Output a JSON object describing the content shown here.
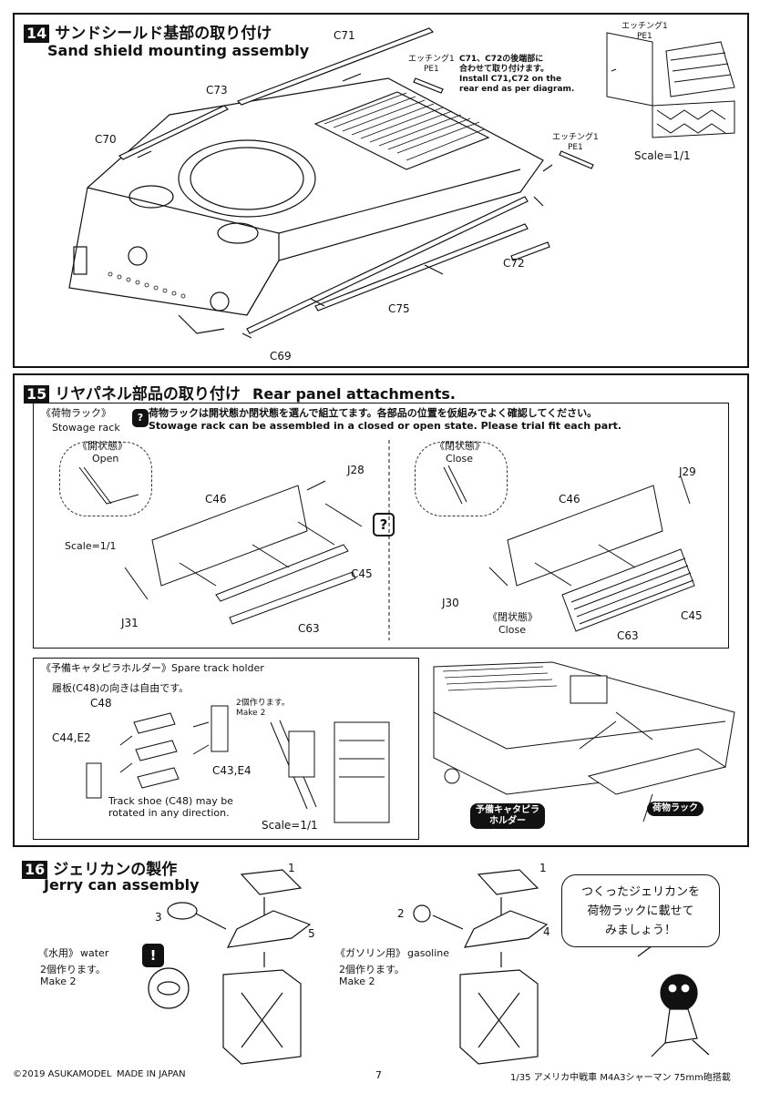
{
  "step14": {
    "num": "14",
    "title_jp": "サンドシールド基部の取り付け",
    "title_en": "Sand shield mounting assembly",
    "parts": {
      "c71": "C71",
      "c73": "C73",
      "c70": "C70",
      "c72": "C72",
      "c75": "C75",
      "c69": "C69"
    },
    "etching1": "エッチング1",
    "pe1": "PE1",
    "etching2": "エッチング1",
    "pe2": "PE1",
    "note_jp1": "C71、C72の後端部に",
    "note_jp2": "合わせて取り付けます。",
    "note_en1": "Install C71,C72 on the",
    "note_en2": "rear end as per diagram.",
    "inset_etching": "エッチング1",
    "inset_pe": "PE1",
    "scale": "Scale=1/1"
  },
  "step15": {
    "num": "15",
    "title_jp": "リヤパネル部品の取り付け",
    "title_en": "Rear panel attachments.",
    "stowage_jp": "《荷物ラック》",
    "stowage_en": "Stowage rack",
    "note_jp": "荷物ラックは開状態か閉状態を選んで組立てます。各部品の位置を仮組みでよく確認してください。",
    "note_en": "Stowage rack can be assembled in a closed or open state. Please trial fit each part.",
    "open_jp": "《開状態》",
    "open_en": "Open",
    "close_jp": "《閉状態》",
    "close_en": "Close",
    "close2_jp": "《閉状態》",
    "close2_en": "Close",
    "scale": "Scale=1/1",
    "parts": {
      "j28": "J28",
      "c46a": "C46",
      "c45a": "C45",
      "c63a": "C63",
      "j31": "J31",
      "j29": "J29",
      "c46b": "C46",
      "c45b": "C45",
      "c63b": "C63",
      "j30": "J30"
    },
    "track": {
      "title_jp": "《予備キャタピラホルダー》",
      "title_en": "Spare track holder",
      "note_jp": "履板(C48)の向きは自由です。",
      "c48": "C48",
      "make2_jp": "2個作ります。",
      "make2_en": "Make 2",
      "c44": "C44,E2",
      "c43": "C43,E4",
      "note_en1": "Track shoe (C48) may be",
      "note_en2": "rotated in any direction.",
      "scale": "Scale=1/1"
    },
    "pill_track": "予備キャタピラ\nホルダー",
    "pill_rack": "荷物ラック"
  },
  "step16": {
    "num": "16",
    "title_jp": "ジェリカンの製作",
    "title_en": "Jerry can assembly",
    "water_jp": "《水用》",
    "water_en": "water",
    "gas_jp": "《ガソリン用》",
    "gas_en": "gasoline",
    "make_jp_a": "2個作ります。",
    "make_en_a": "Make 2",
    "make_jp_b": "2個作ります。",
    "make_en_b": "Make 2",
    "n1a": "1",
    "n3": "3",
    "n5": "5",
    "n1b": "1",
    "n2": "2",
    "n4": "4",
    "callout1": "つくったジェリカンを",
    "callout2": "荷物ラックに載せて",
    "callout3": "みましょう！"
  },
  "footer": {
    "copyright": "©2019 ASUKAMODEL",
    "made": "MADE IN JAPAN",
    "page": "7",
    "product": "1/35 アメリカ中戦車 M4A3シャーマン 75mm砲搭載"
  }
}
